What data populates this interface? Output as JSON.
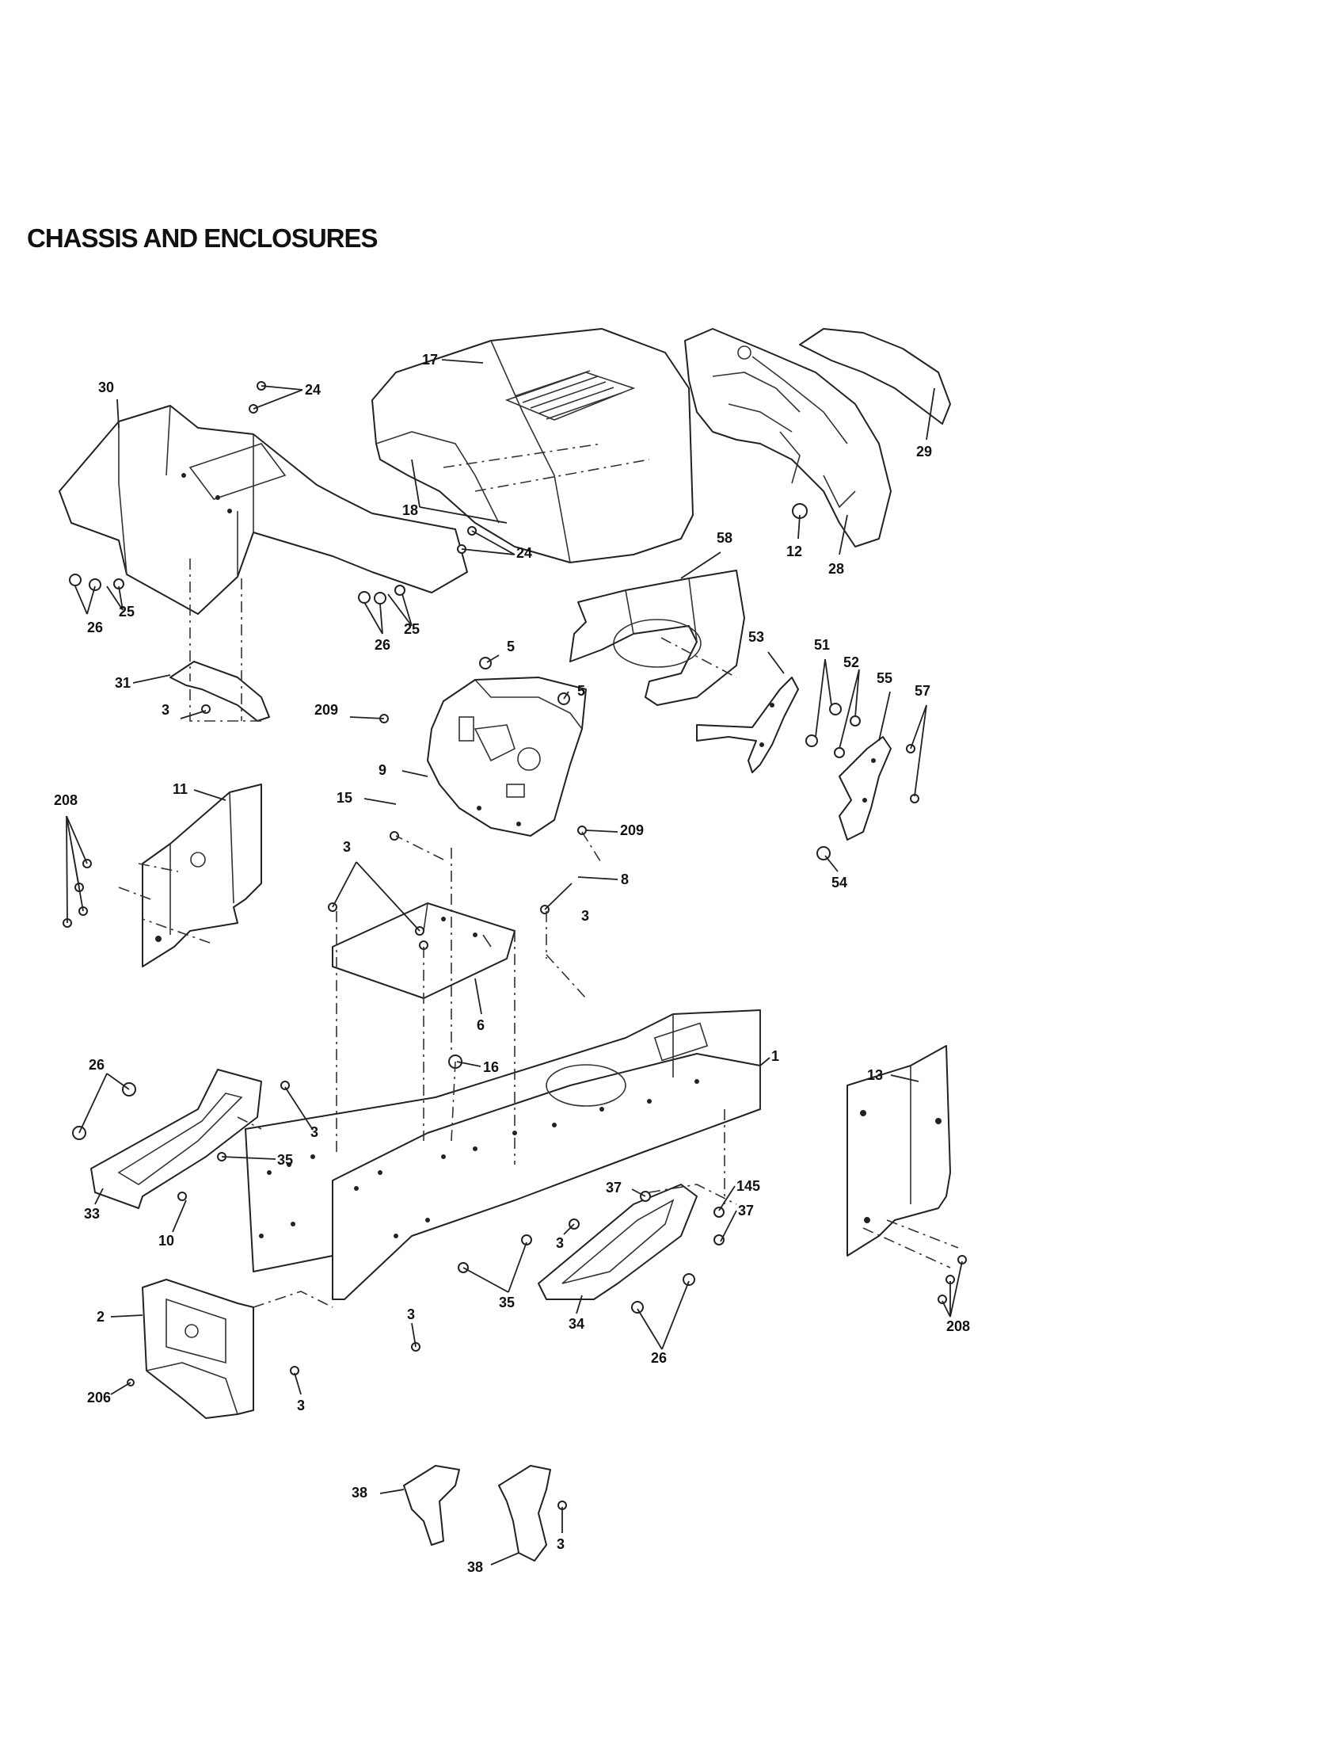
{
  "title": "CHASSIS AND ENCLOSURES",
  "callouts": [
    {
      "id": "c17",
      "label": "17"
    },
    {
      "id": "c30",
      "label": "30"
    },
    {
      "id": "c24a",
      "label": "24"
    },
    {
      "id": "c29",
      "label": "29"
    },
    {
      "id": "c18",
      "label": "18"
    },
    {
      "id": "c12",
      "label": "12"
    },
    {
      "id": "c28",
      "label": "28"
    },
    {
      "id": "c24b",
      "label": "24"
    },
    {
      "id": "c58",
      "label": "58"
    },
    {
      "id": "c26a",
      "label": "26"
    },
    {
      "id": "c25a",
      "label": "25"
    },
    {
      "id": "c26b",
      "label": "26"
    },
    {
      "id": "c25b",
      "label": "25"
    },
    {
      "id": "c5a",
      "label": "5"
    },
    {
      "id": "c53",
      "label": "53"
    },
    {
      "id": "c51",
      "label": "51"
    },
    {
      "id": "c52",
      "label": "52"
    },
    {
      "id": "c55",
      "label": "55"
    },
    {
      "id": "c57",
      "label": "57"
    },
    {
      "id": "c31",
      "label": "31"
    },
    {
      "id": "c3a",
      "label": "3"
    },
    {
      "id": "c5b",
      "label": "5"
    },
    {
      "id": "c209a",
      "label": "209"
    },
    {
      "id": "c9",
      "label": "9"
    },
    {
      "id": "c208a",
      "label": "208"
    },
    {
      "id": "c11",
      "label": "11"
    },
    {
      "id": "c15",
      "label": "15"
    },
    {
      "id": "c209b",
      "label": "209"
    },
    {
      "id": "c54",
      "label": "54"
    },
    {
      "id": "c3b",
      "label": "3"
    },
    {
      "id": "c8",
      "label": "8"
    },
    {
      "id": "c3c",
      "label": "3"
    },
    {
      "id": "c6",
      "label": "6"
    },
    {
      "id": "c16",
      "label": "16"
    },
    {
      "id": "c26c",
      "label": "26"
    },
    {
      "id": "c1",
      "label": "1"
    },
    {
      "id": "c13",
      "label": "13"
    },
    {
      "id": "c3d",
      "label": "3"
    },
    {
      "id": "c35a",
      "label": "35"
    },
    {
      "id": "c37a",
      "label": "37"
    },
    {
      "id": "c145",
      "label": "145"
    },
    {
      "id": "c33",
      "label": "33"
    },
    {
      "id": "c10",
      "label": "10"
    },
    {
      "id": "c37b",
      "label": "37"
    },
    {
      "id": "c3e",
      "label": "3"
    },
    {
      "id": "c35b",
      "label": "35"
    },
    {
      "id": "c34",
      "label": "34"
    },
    {
      "id": "c208b",
      "label": "208"
    },
    {
      "id": "c2",
      "label": "2"
    },
    {
      "id": "c3f",
      "label": "3"
    },
    {
      "id": "c26d",
      "label": "26"
    },
    {
      "id": "c38a",
      "label": "38"
    },
    {
      "id": "c206",
      "label": "206"
    },
    {
      "id": "c3g",
      "label": "3"
    },
    {
      "id": "c38b",
      "label": "38"
    },
    {
      "id": "c3h",
      "label": "3"
    }
  ]
}
